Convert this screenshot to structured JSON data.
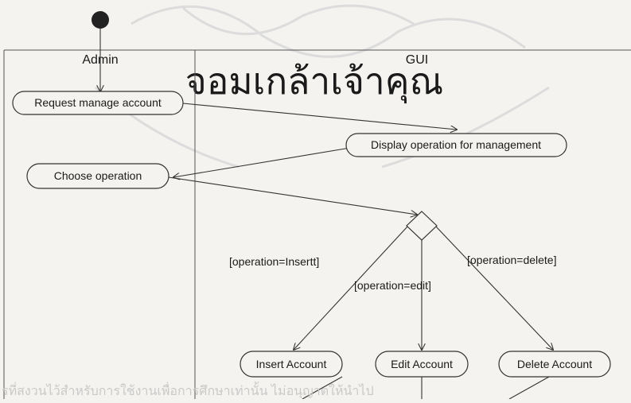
{
  "lanes": {
    "admin": "Admin",
    "gui": "GUI"
  },
  "nodes": {
    "request": "Request manage account",
    "display": "Display operation for management",
    "choose": "Choose operation",
    "insert": "Insert  Account",
    "edit": "Edit Account",
    "delete": "Delete Account"
  },
  "guards": {
    "insert": "[operation=Insertt]",
    "edit": "[operation=edit]",
    "delete": "[operation=delete]"
  },
  "watermark": {
    "arc_text": "จอมเกล้าเจ้าคุณ",
    "footer_text": "รที่สงวนไว้สำหรับการใช้งานเพื่อการศึกษาเท่านั้น ไม่อนุญาตให้นำไป"
  }
}
